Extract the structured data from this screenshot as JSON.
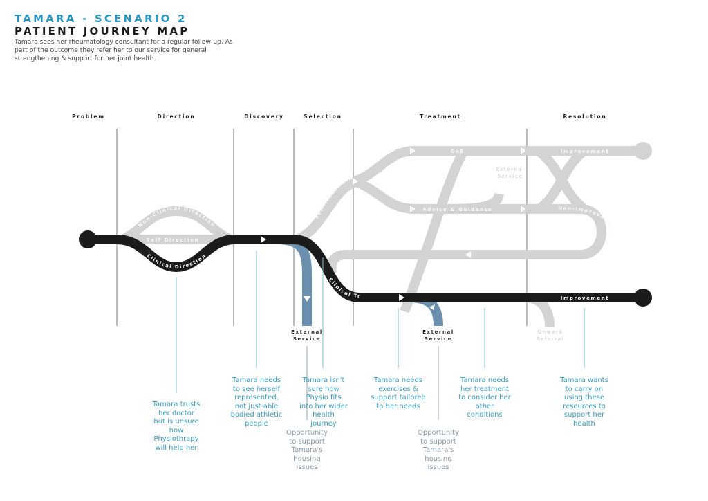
{
  "header": {
    "scenario_title": "TAMARA - SCENARIO 2",
    "map_title": "PATIENT JOURNEY MAP",
    "description": "Tamara sees her rheumatology consultant for a regular follow-up. As part of the outcome they refer her to our service for general strengthening & support for her joint health."
  },
  "colors": {
    "accent": "#2a97c4",
    "primary_path": "#1b1b1b",
    "external_path": "#6b8fae",
    "alternative_path": "#d3d3d3",
    "note_text": "#3a9cc3",
    "opportunity_text": "#8a9aa6"
  },
  "stages": [
    "Problem",
    "Direction",
    "Discovery",
    "Selection",
    "Treatment",
    "Resolution"
  ],
  "path_labels": {
    "non_clinical_direction": "Non-Clinical Direction",
    "self_direction": "Self Direction",
    "clinical_direction": "Clinical Direction",
    "self_treatment": "Self-Treatment",
    "gob": "GoB",
    "advice_guidance": "Advice & Guidance",
    "improvement_top": "Improvement",
    "non_improvement": "Non-Improvement",
    "clinical_treatment": "Clinical Treatment",
    "improvement_main": "Improvement"
  },
  "endpoints": {
    "external_service_1": [
      "External",
      "Service"
    ],
    "external_service_2": [
      "External",
      "Service"
    ],
    "external_service_grey": [
      "External",
      "Service"
    ],
    "onward_referral": [
      "Onward",
      "Referral"
    ]
  },
  "notes": [
    {
      "text": "Tamara trusts her doctor but is unsure how Physiothrapy will help her"
    },
    {
      "text": "Tamara needs to see herself represented, not just able bodied athletic people"
    },
    {
      "text": "Tamara isn't sure how Physio fits into her wider health journey"
    },
    {
      "text": "Tamara needs exercises & support tailored to her needs"
    },
    {
      "text": "Tamara needs her treatment to consider her other conditions"
    },
    {
      "text": "Tamara wants to carry on using these resources to support her health"
    }
  ],
  "opportunities": [
    {
      "text": "Opportunity to support Tamara's housing issues"
    },
    {
      "text": "Opportunity to support Tamara's housing issues"
    }
  ]
}
